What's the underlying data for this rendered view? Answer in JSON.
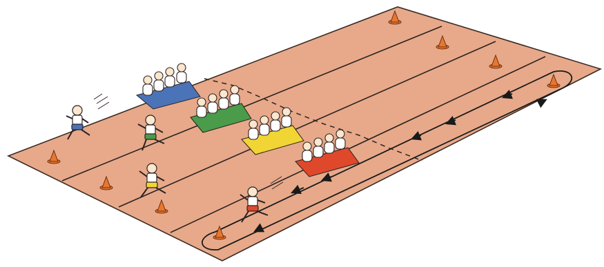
{
  "scene": {
    "subject": "relay-race-drill",
    "surface_color": "#e7a98a",
    "outline_color": "#3a2a22",
    "cone_color": "#e8772e",
    "team_colors": {
      "blue": "#4a73b8",
      "green": "#4a9b4a",
      "yellow": "#f1d534",
      "red": "#e0482c"
    },
    "lanes": 4,
    "seated_players_per_team": 4,
    "running_players": 4,
    "circuit_direction": "anticlockwise"
  }
}
